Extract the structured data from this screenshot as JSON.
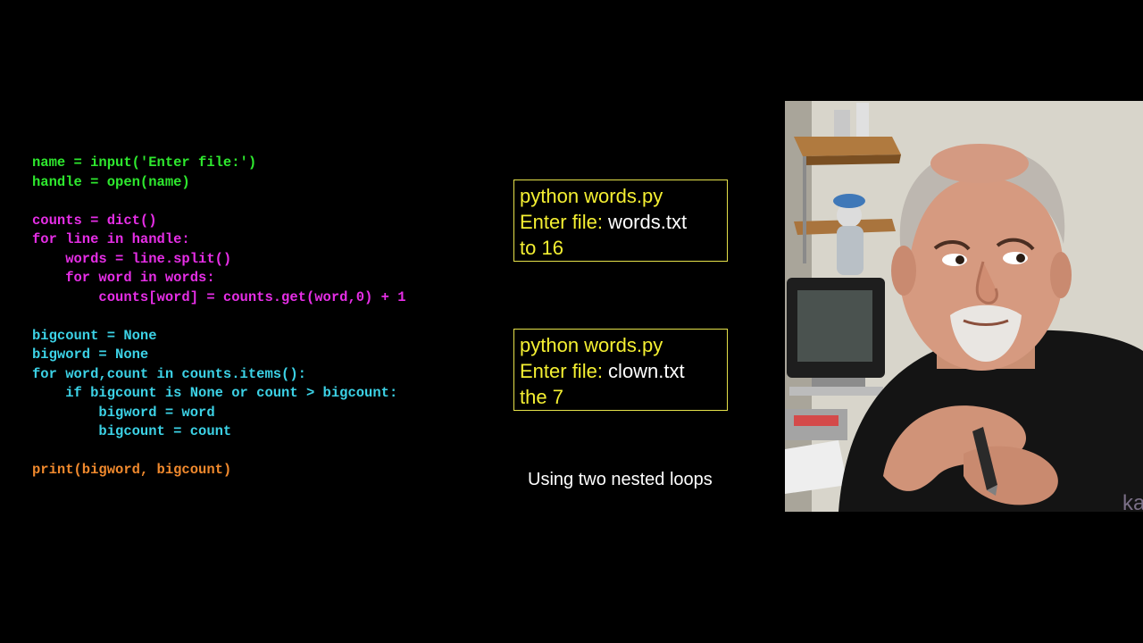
{
  "code": {
    "lines": [
      {
        "text": "name = input('Enter file:')",
        "color": "#2ee82e"
      },
      {
        "text": "handle = open(name)",
        "color": "#2ee82e"
      },
      {
        "text": "",
        "color": "#2ee82e"
      },
      {
        "text": "counts = dict()",
        "color": "#e62ee6"
      },
      {
        "text": "for line in handle:",
        "color": "#e62ee6"
      },
      {
        "text": "    words = line.split()",
        "color": "#e62ee6"
      },
      {
        "text": "    for word in words:",
        "color": "#e62ee6"
      },
      {
        "text": "        counts[word] = counts.get(word,0) + 1",
        "color": "#e62ee6"
      },
      {
        "text": "",
        "color": "#e62ee6"
      },
      {
        "text": "bigcount = None",
        "color": "#3cd2e6"
      },
      {
        "text": "bigword = None",
        "color": "#3cd2e6"
      },
      {
        "text": "for word,count in counts.items():",
        "color": "#3cd2e6"
      },
      {
        "text": "    if bigcount is None or count > bigcount:",
        "color": "#3cd2e6"
      },
      {
        "text": "        bigword = word",
        "color": "#3cd2e6"
      },
      {
        "text": "        bigcount = count",
        "color": "#3cd2e6"
      },
      {
        "text": "",
        "color": "#3cd2e6"
      },
      {
        "text": "print(bigword, bigcount)",
        "color": "#f0892d"
      }
    ]
  },
  "terminal1": {
    "command": "python words.py",
    "prompt": "Enter file:",
    "input": " words.txt",
    "output": "to 16"
  },
  "terminal2": {
    "command": "python words.py",
    "prompt": "Enter file:",
    "input": " clown.txt",
    "output": "the 7"
  },
  "caption": "Using two nested loops",
  "webcam": {
    "description_icon": "presenter-video-icon"
  }
}
